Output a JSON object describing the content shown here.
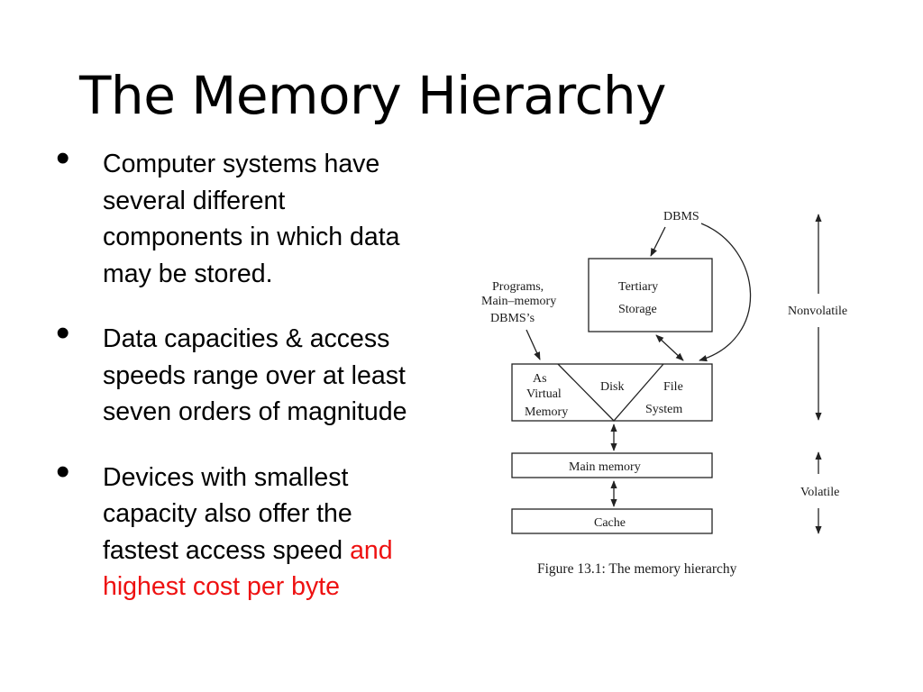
{
  "slide": {
    "title": "The Memory Hierarchy",
    "bullets": [
      {
        "lines": [
          "Computer systems have",
          "several different",
          "components in which data",
          "may be stored."
        ]
      },
      {
        "lines": [
          "Data capacities & access",
          "speeds range over at least",
          "seven orders of magnitude"
        ]
      },
      {
        "lines": [
          "Devices with smallest",
          "capacity also offer the"
        ],
        "line3_prefix": "fastest access speed ",
        "line3_red": "and",
        "line4_red": "highest cost per byte"
      }
    ],
    "bullet_symbol": "•",
    "accent_color": "#ee1111"
  },
  "figure": {
    "dbms": "DBMS",
    "programs_lines": [
      "Programs,",
      "Main–memory",
      "DBMS’s"
    ],
    "tertiary_lines": [
      "Tertiary",
      "Storage"
    ],
    "virtual_lines": [
      "As",
      "Virtual",
      "Memory"
    ],
    "disk": "Disk",
    "file_system_lines": [
      "File",
      "System"
    ],
    "main_memory": "Main memory",
    "cache": "Cache",
    "nonvolatile": "Nonvolatile",
    "volatile": "Volatile",
    "caption": "Figure 13.1: The memory hierarchy"
  }
}
